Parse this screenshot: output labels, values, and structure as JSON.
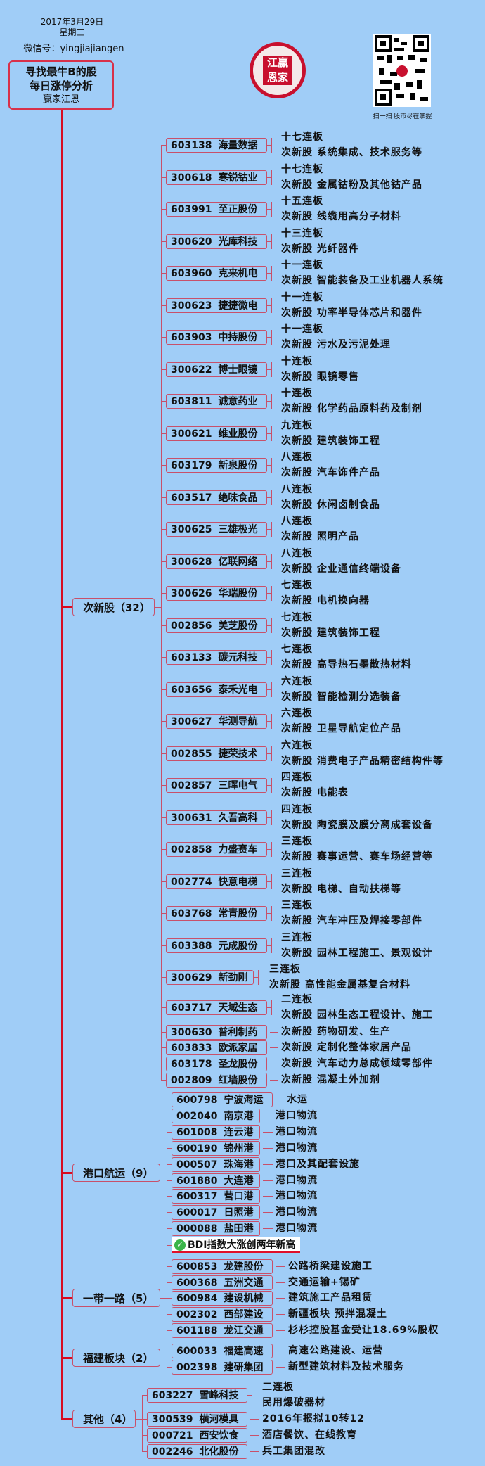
{
  "header": {
    "date": "2017年3月29日",
    "weekday": "星期三",
    "wechat": "微信号：yingjiajiangen",
    "title_line1": "寻找最牛B的股",
    "title_line2": "每日涨停分析",
    "title_author": "赢家江恩",
    "logo_text": "江赢恩家",
    "qr_caption": "扫一扫 股市尽在掌握"
  },
  "colors": {
    "background": "#a0cdf7",
    "accent": "#d70c22",
    "border": "#c8506a"
  },
  "categories": [
    {
      "label": "次新股（32）",
      "stocks": [
        {
          "code": "603138",
          "name": "海量数据",
          "lines": [
            "十七连板",
            "次新股 系统集成、技术服务等"
          ]
        },
        {
          "code": "300618",
          "name": "寒锐钴业",
          "lines": [
            "十七连板",
            "次新股 金属钴粉及其他钴产品"
          ]
        },
        {
          "code": "603991",
          "name": "至正股份",
          "lines": [
            "十五连板",
            "次新股 线缆用高分子材料"
          ]
        },
        {
          "code": "300620",
          "name": "光库科技",
          "lines": [
            "十三连板",
            "次新股 光纤器件"
          ]
        },
        {
          "code": "603960",
          "name": "克来机电",
          "lines": [
            "十一连板",
            "次新股 智能装备及工业机器人系统"
          ]
        },
        {
          "code": "300623",
          "name": "捷捷微电",
          "lines": [
            "十一连板",
            "次新股 功率半导体芯片和器件"
          ]
        },
        {
          "code": "603903",
          "name": "中持股份",
          "lines": [
            "十一连板",
            "次新股 污水及污泥处理"
          ]
        },
        {
          "code": "300622",
          "name": "博士眼镜",
          "lines": [
            "十连板",
            "次新股 眼镜零售"
          ]
        },
        {
          "code": "603811",
          "name": "诚意药业",
          "lines": [
            "十连板",
            "次新股 化学药品原料药及制剂"
          ]
        },
        {
          "code": "300621",
          "name": "维业股份",
          "lines": [
            "九连板",
            "次新股 建筑装饰工程"
          ]
        },
        {
          "code": "603179",
          "name": "新泉股份",
          "lines": [
            "八连板",
            "次新股 汽车饰件产品"
          ]
        },
        {
          "code": "603517",
          "name": "绝味食品",
          "lines": [
            "八连板",
            "次新股 休闲卤制食品"
          ]
        },
        {
          "code": "300625",
          "name": "三雄极光",
          "lines": [
            "八连板",
            "次新股 照明产品"
          ]
        },
        {
          "code": "300628",
          "name": "亿联网络",
          "lines": [
            "八连板",
            "次新股 企业通信终端设备"
          ]
        },
        {
          "code": "300626",
          "name": "华瑞股份",
          "lines": [
            "七连板",
            "次新股 电机换向器"
          ]
        },
        {
          "code": "002856",
          "name": "美芝股份",
          "lines": [
            "七连板",
            "次新股 建筑装饰工程"
          ]
        },
        {
          "code": "603133",
          "name": "碳元科技",
          "lines": [
            "七连板",
            "次新股 高导热石墨散热材料"
          ]
        },
        {
          "code": "603656",
          "name": "泰禾光电",
          "lines": [
            "六连板",
            "次新股 智能检测分选装备"
          ]
        },
        {
          "code": "300627",
          "name": "华测导航",
          "lines": [
            "六连板",
            "次新股 卫星导航定位产品"
          ]
        },
        {
          "code": "002855",
          "name": "捷荣技术",
          "lines": [
            "六连板",
            "次新股 消费电子产品精密结构件等"
          ]
        },
        {
          "code": "002857",
          "name": "三晖电气",
          "lines": [
            "四连板",
            "次新股 电能表"
          ]
        },
        {
          "code": "300631",
          "name": "久吾高科",
          "lines": [
            "四连板",
            "次新股 陶瓷膜及膜分离成套设备"
          ]
        },
        {
          "code": "002858",
          "name": "力盛赛车",
          "lines": [
            "三连板",
            "次新股 赛事运营、赛车场经营等"
          ]
        },
        {
          "code": "002774",
          "name": "快意电梯",
          "lines": [
            "三连板",
            "次新股 电梯、自动扶梯等"
          ]
        },
        {
          "code": "603768",
          "name": "常青股份",
          "lines": [
            "三连板",
            "次新股 汽车冲压及焊接零部件"
          ]
        },
        {
          "code": "603388",
          "name": "元成股份",
          "lines": [
            "三连板",
            "次新股 园林工程施工、景观设计"
          ]
        },
        {
          "code": "300629",
          "name": "新劲刚",
          "lines": [
            "三连板",
            "次新股 高性能金属基复合材料"
          ]
        },
        {
          "code": "603717",
          "name": "天域生态",
          "lines": [
            "二连板",
            "次新股 园林生态工程设计、施工"
          ]
        },
        {
          "code": "300630",
          "name": "普利制药",
          "lines": [
            "次新股 药物研发、生产"
          ]
        },
        {
          "code": "603833",
          "name": "欧派家居",
          "lines": [
            "次新股 定制化整体家居产品"
          ]
        },
        {
          "code": "603178",
          "name": "圣龙股份",
          "lines": [
            "次新股 汽车动力总成领域零部件"
          ]
        },
        {
          "code": "002809",
          "name": "红墙股份",
          "lines": [
            "次新股 混凝土外加剂"
          ]
        }
      ]
    },
    {
      "label": "港口航运（9）",
      "stocks": [
        {
          "code": "600798",
          "name": "宁波海运",
          "lines": [
            "水运"
          ]
        },
        {
          "code": "002040",
          "name": "南京港",
          "lines": [
            "港口物流"
          ]
        },
        {
          "code": "601008",
          "name": "连云港",
          "lines": [
            "港口物流"
          ]
        },
        {
          "code": "600190",
          "name": "锦州港",
          "lines": [
            "港口物流"
          ]
        },
        {
          "code": "000507",
          "name": "珠海港",
          "lines": [
            "港口及其配套设施"
          ]
        },
        {
          "code": "601880",
          "name": "大连港",
          "lines": [
            "港口物流"
          ]
        },
        {
          "code": "600317",
          "name": "营口港",
          "lines": [
            "港口物流"
          ]
        },
        {
          "code": "600017",
          "name": "日照港",
          "lines": [
            "港口物流"
          ]
        },
        {
          "code": "000088",
          "name": "盐田港",
          "lines": [
            "港口物流"
          ]
        }
      ],
      "note": "BDI指数大涨创两年新高"
    },
    {
      "label": "一带一路（5）",
      "stocks": [
        {
          "code": "600853",
          "name": "龙建股份",
          "lines": [
            "公路桥梁建设施工"
          ]
        },
        {
          "code": "600368",
          "name": "五洲交通",
          "lines": [
            "交通运输+锡矿"
          ]
        },
        {
          "code": "600984",
          "name": "建设机械",
          "lines": [
            "建筑施工产品租赁"
          ]
        },
        {
          "code": "002302",
          "name": "西部建设",
          "lines": [
            "新疆板块 预拌混凝土"
          ]
        },
        {
          "code": "601188",
          "name": "龙江交通",
          "lines": [
            "杉杉控股基金受让18.69%股权"
          ]
        }
      ]
    },
    {
      "label": "福建板块（2）",
      "stocks": [
        {
          "code": "600033",
          "name": "福建高速",
          "lines": [
            "高速公路建设、运营"
          ]
        },
        {
          "code": "002398",
          "name": "建研集团",
          "lines": [
            "新型建筑材料及技术服务"
          ]
        }
      ]
    },
    {
      "label": "其他（4）",
      "stocks": [
        {
          "code": "603227",
          "name": "雪峰科技",
          "lines": [
            "二连板",
            "民用爆破器材"
          ]
        },
        {
          "code": "300539",
          "name": "横河模具",
          "lines": [
            "2016年报拟10转12"
          ]
        },
        {
          "code": "000721",
          "name": "西安饮食",
          "lines": [
            "酒店餐饮、在线教育"
          ]
        },
        {
          "code": "002246",
          "name": "北化股份",
          "lines": [
            "兵工集团混改"
          ]
        }
      ]
    }
  ]
}
